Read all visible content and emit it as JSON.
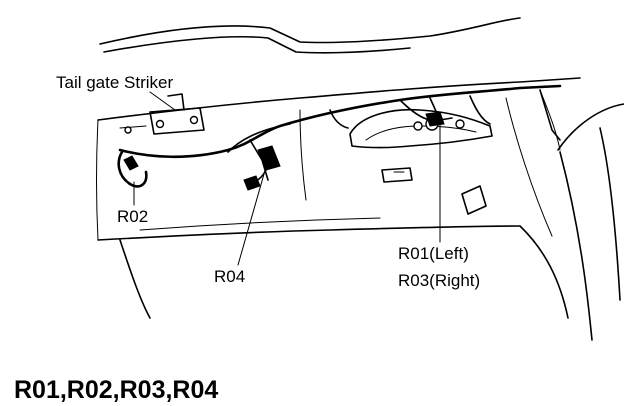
{
  "labels": {
    "tailgate_striker": "Tail gate Striker",
    "r02": "R02",
    "r04": "R04",
    "r01": "R01(Left)",
    "r03": "R03(Right)"
  },
  "caption": "R01,R02,R03,R04"
}
